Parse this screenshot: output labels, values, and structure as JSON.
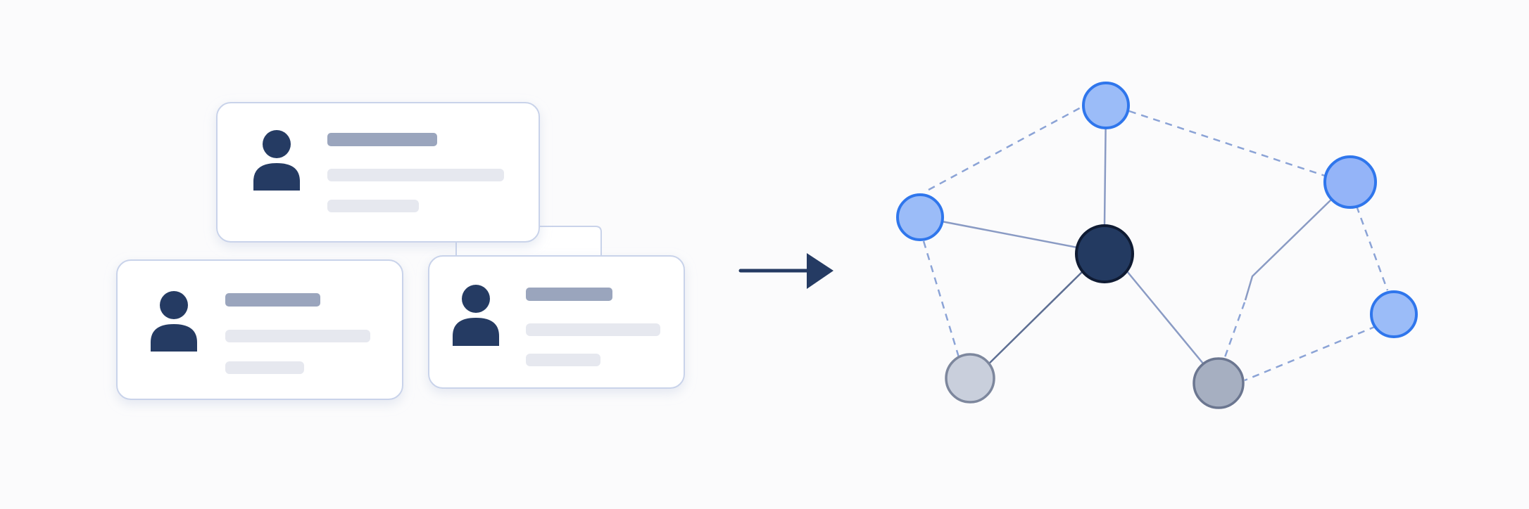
{
  "colors": {
    "background": "#fbfbfc",
    "card_fill": "#ffffff",
    "card_border": "#c9d3ea",
    "avatar": "#253b63",
    "text_line_dark": "#9aa5bd",
    "text_line_light": "#e6e8ef",
    "arrow": "#253b63",
    "node_light_fill": "#9bbcf8",
    "node_light_stroke": "#2f76ec",
    "node_center_fill": "#233a61",
    "node_center_stroke": "#0f1b33",
    "node_gray_light_fill": "#c9cfdc",
    "node_gray_light_stroke": "#7d879d",
    "node_gray_dark_fill": "#a6afc1",
    "node_gray_dark_stroke": "#6b7690",
    "edge_solid": "#8a9bc4",
    "edge_solid_dark": "#5e6f93",
    "edge_dashed": "#8ba3d6"
  },
  "icons": {
    "profile_avatar": "person-icon",
    "transform_arrow": "arrow-right-icon"
  },
  "cards": [
    {
      "id": "top-card",
      "avatar": "person-icon"
    },
    {
      "id": "bottom-left-card",
      "avatar": "person-icon"
    },
    {
      "id": "bottom-right-card",
      "avatar": "person-icon"
    }
  ],
  "graph": {
    "nodes": [
      {
        "id": "top",
        "kind": "light"
      },
      {
        "id": "left",
        "kind": "light"
      },
      {
        "id": "center",
        "kind": "center"
      },
      {
        "id": "right-upper",
        "kind": "light"
      },
      {
        "id": "right-lower",
        "kind": "light"
      },
      {
        "id": "bottom-left",
        "kind": "gray-light"
      },
      {
        "id": "bottom-right",
        "kind": "gray-dark"
      }
    ],
    "edges": [
      {
        "from": "top",
        "to": "center",
        "style": "solid"
      },
      {
        "from": "left",
        "to": "center",
        "style": "solid"
      },
      {
        "from": "center",
        "to": "bottom-left",
        "style": "solid-dark"
      },
      {
        "from": "center",
        "to": "bottom-right",
        "style": "solid"
      },
      {
        "from": "right-upper",
        "to": "bottom-right",
        "style": "solid"
      },
      {
        "from": "left",
        "to": "top",
        "style": "dashed"
      },
      {
        "from": "top",
        "to": "right-upper",
        "style": "dashed"
      },
      {
        "from": "left",
        "to": "bottom-left",
        "style": "dashed"
      },
      {
        "from": "right-upper",
        "to": "right-lower",
        "style": "dashed"
      },
      {
        "from": "right-lower",
        "to": "bottom-right",
        "style": "dashed"
      },
      {
        "from": "bottom-right",
        "to": "right-upper",
        "style": "dashed"
      }
    ]
  }
}
